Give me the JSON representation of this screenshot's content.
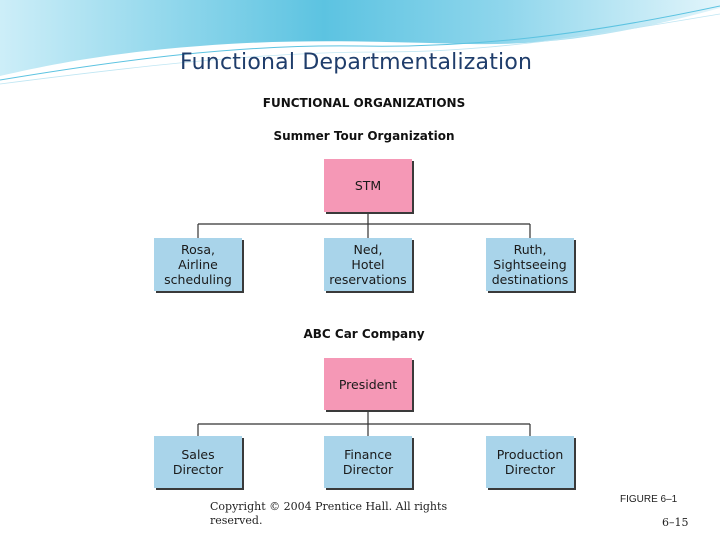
{
  "slide": {
    "title": "Functional Departmentalization",
    "copyright": "Copyright © 2004 Prentice Hall. All rights reserved.",
    "figure_label": "FIGURE 6–1",
    "page_number": "6–15"
  },
  "colors": {
    "head_box": "#f598b6",
    "unit_box": "#a9d4ea",
    "title_text": "#1f3d6b",
    "banner_light": "#cdeef8",
    "banner_dark": "#4bb8d9"
  },
  "figure": {
    "main_heading": "FUNCTIONAL ORGANIZATIONS",
    "charts": [
      {
        "heading": "Summer Tour Organization",
        "head": "STM",
        "units": [
          "Rosa,\nAirline\nscheduling",
          "Ned,\nHotel\nreservations",
          "Ruth,\nSightseeing\ndestinations"
        ]
      },
      {
        "heading": "ABC Car Company",
        "head": "President",
        "units": [
          "Sales\nDirector",
          "Finance\nDirector",
          "Production\nDirector"
        ]
      }
    ]
  }
}
